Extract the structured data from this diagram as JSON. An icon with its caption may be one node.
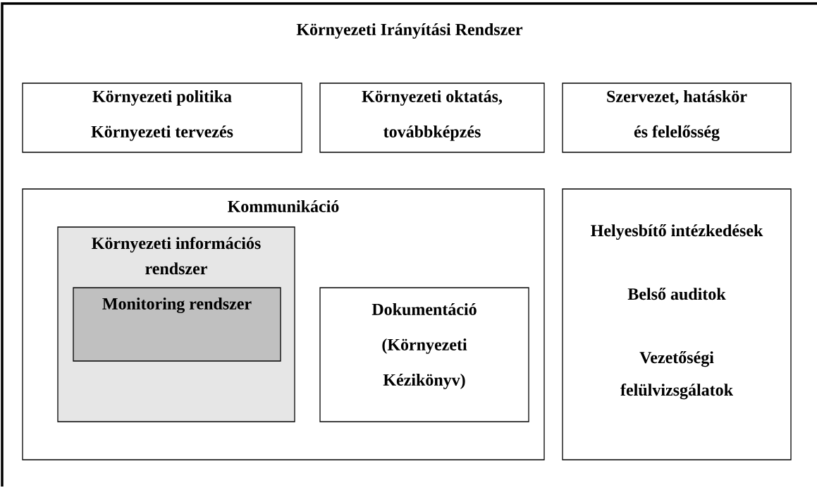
{
  "diagram": {
    "nodes": [
      {
        "text": [
          "Környezeti Irányítási Rendszer"
        ]
      },
      {
        "text": [
          "Környezeti politika",
          "Környezeti tervezés"
        ],
        "in": 0
      },
      {
        "text": [
          "Környezeti oktatás, továbbképzés"
        ],
        "in": 0
      },
      {
        "text": [
          "Szervezet, hatáskör és felelősség"
        ],
        "in": 0
      },
      {
        "text": [
          "Kommunikáció"
        ],
        "in": 0
      },
      {
        "text": [
          "Környezeti információs rendszer"
        ],
        "in": 4
      },
      {
        "text": [
          "Monitoring rendszer"
        ],
        "in": 5
      },
      {
        "text": [
          "Dokumentáció (Környezeti Kézikönyv)"
        ],
        "in": 4
      },
      {
        "text": [
          "Helyesbítő intézkedések",
          "Belső auditok",
          "Vezetőségi felülvizsgálatok"
        ],
        "in": 0
      }
    ]
  }
}
